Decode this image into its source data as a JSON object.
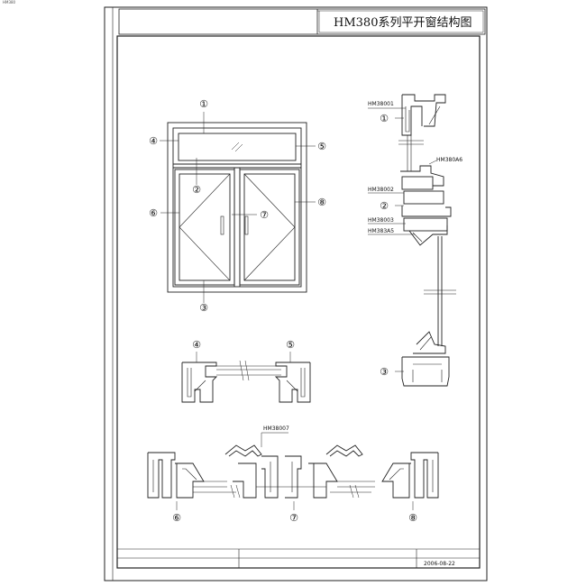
{
  "corner_mark": "HM380",
  "title_block": {
    "title": "HM380系列平开窗结构图",
    "date": "2006-08-22"
  },
  "elevation": {
    "callouts": [
      "①",
      "④",
      "⑤",
      "②",
      "⑥",
      "⑦",
      "⑧",
      "③"
    ]
  },
  "vertical_section": {
    "profiles": [
      "HM38001",
      "HM380A6",
      "HM38002",
      "HM38003",
      "HM383A5"
    ],
    "callouts": [
      "①",
      "②",
      "③"
    ]
  },
  "section_45": {
    "callouts": [
      "④",
      "⑤"
    ]
  },
  "section_678": {
    "profile": "HM38007",
    "callouts": [
      "⑥",
      "⑦",
      "⑧"
    ]
  }
}
